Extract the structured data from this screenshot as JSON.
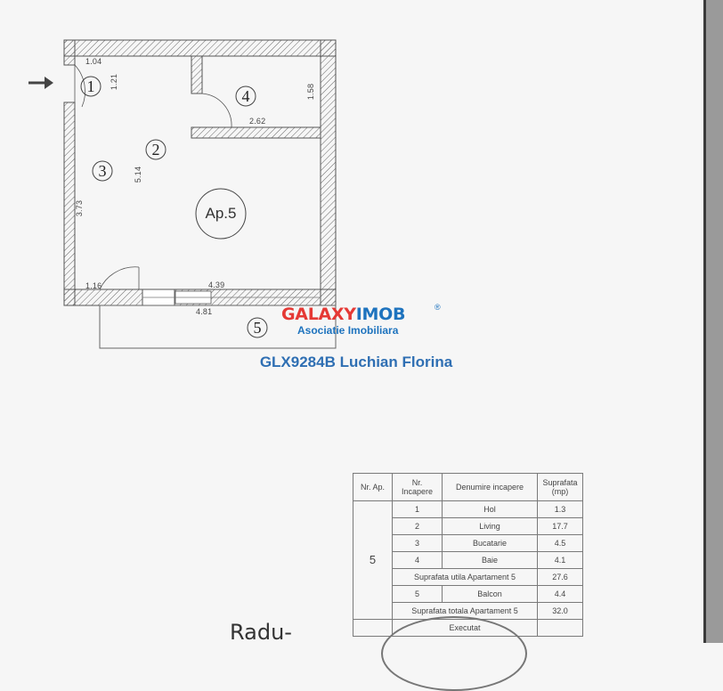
{
  "plan": {
    "apartment_label": "Ap.5",
    "rooms": [
      "1",
      "2",
      "3",
      "4",
      "5"
    ],
    "dimensions": {
      "d104": "1.04",
      "d121": "1.21",
      "d158": "1.58",
      "d262": "2.62",
      "d514": "5.14",
      "d373": "3.73",
      "d116": "1.16",
      "d439": "4.39",
      "d481": "4.81"
    },
    "entry_arrow_icon": "arrow-right-icon"
  },
  "logo": {
    "brand_part1": "GALAXY",
    "brand_part2": "IMOB",
    "registered": "®",
    "subtitle": "Asociatie Imobiliara"
  },
  "watermark": "GLX9284B Luchian Florina",
  "summary_table": {
    "headers": [
      "Nr. Ap.",
      "Nr. Incapere",
      "Denumire incapere",
      "Suprafata (mp)"
    ],
    "apartment_no": "5",
    "rows": [
      {
        "nr": "1",
        "name": "Hol",
        "area": "1.3"
      },
      {
        "nr": "2",
        "name": "Living",
        "area": "17.7"
      },
      {
        "nr": "3",
        "name": "Bucatarie",
        "area": "4.5"
      },
      {
        "nr": "4",
        "name": "Baie",
        "area": "4.1"
      }
    ],
    "useful_label": "Suprafata utila Apartament 5",
    "useful_area": "27.6",
    "balcony": {
      "nr": "5",
      "name": "Balcon",
      "area": "4.4"
    },
    "total_label": "Suprafata totala Apartament 5",
    "total_area": "32.0",
    "executed_label": "Executat"
  },
  "handwriting": "Radu-",
  "colors": {
    "brand_red": "#e53935",
    "brand_blue": "#1e73be",
    "watermark_blue": "#2f6fb3"
  }
}
